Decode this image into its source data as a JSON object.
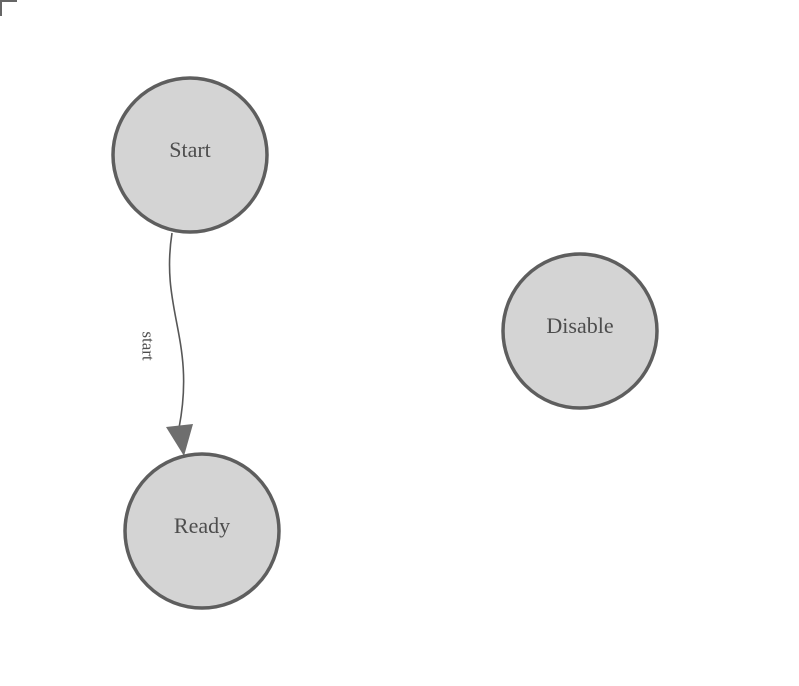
{
  "diagram": {
    "nodes": [
      {
        "id": "start",
        "label": "Start"
      },
      {
        "id": "ready",
        "label": "Ready"
      },
      {
        "id": "disable",
        "label": "Disable"
      }
    ],
    "edges": [
      {
        "from": "Start",
        "to": "Ready",
        "label": "start"
      }
    ],
    "icons": {
      "arrowhead": "filled-triangle-arrowhead",
      "corner_mark": "canvas-corner-bracket"
    },
    "colors": {
      "background": "#ffffff",
      "node_fill": "#d4d4d4",
      "node_stroke": "#5e5e5e",
      "node_label_text": "#4d4d4d",
      "edge_stroke": "#575757",
      "edge_label_text": "#4d4d4d",
      "arrowhead_fill": "#6e6e6e",
      "corner_mark": "#666666"
    }
  }
}
